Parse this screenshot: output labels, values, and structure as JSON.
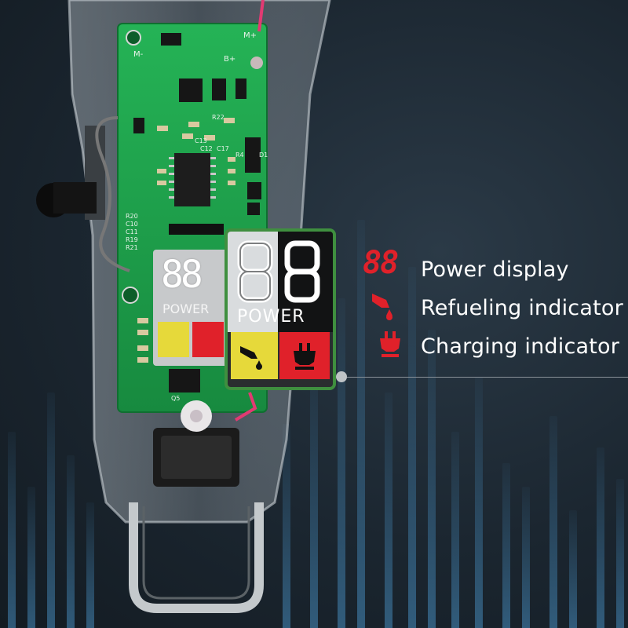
{
  "display": {
    "digits": "88",
    "power_label": "POWER"
  },
  "legend": {
    "power_display": {
      "icon": "seven-segment-88-icon",
      "digits": "88",
      "label": "Power display"
    },
    "refueling_indicator": {
      "icon": "oil-drip-icon",
      "label": "Refueling indicator"
    },
    "charging_indicator": {
      "icon": "plug-icon",
      "label": "Charging indicator"
    }
  },
  "board_marks": {
    "m_minus": "M-",
    "m_plus": "M+",
    "b_plus": "B+",
    "r22": "R22",
    "c13": "C13",
    "c12": "C12",
    "c17": "C17",
    "r20": "R20",
    "c10": "C10",
    "c11": "C11",
    "r19": "R19",
    "r21": "R21",
    "q5": "Q5",
    "r4": "R4",
    "d1": "D1"
  },
  "colors": {
    "background": "#1b2630",
    "pcb_green": "#1f9a4a",
    "accent_red": "#e0212a",
    "refuel_yellow": "#e6d93a",
    "frame_green": "#3f8f3f"
  }
}
